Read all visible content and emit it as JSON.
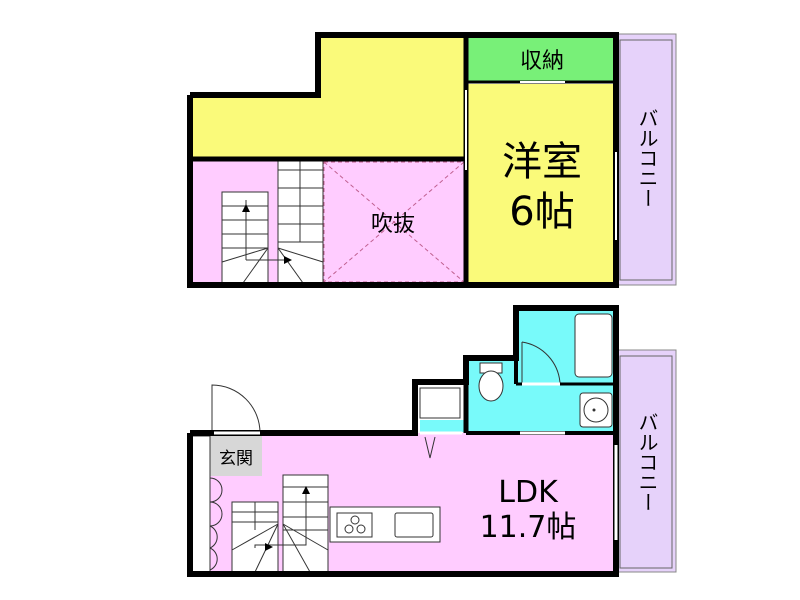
{
  "upper_floor": {
    "storage_label": "収納",
    "western_room_label": "洋室",
    "western_room_size": "6帖",
    "void_label": "吹抜",
    "balcony_label": "バルコニー"
  },
  "lower_floor": {
    "entrance_label": "玄関",
    "ldk_label": "LDK",
    "ldk_size": "11.7帖",
    "balcony_label": "バルコニー"
  },
  "colors": {
    "loft": "#fafa7a",
    "storage": "#78f078",
    "room_pink": "#ffccff",
    "balcony": "#e6d2fa",
    "wet_area": "#78fafa",
    "entrance": "#d7d7d7",
    "wall": "#000000"
  }
}
